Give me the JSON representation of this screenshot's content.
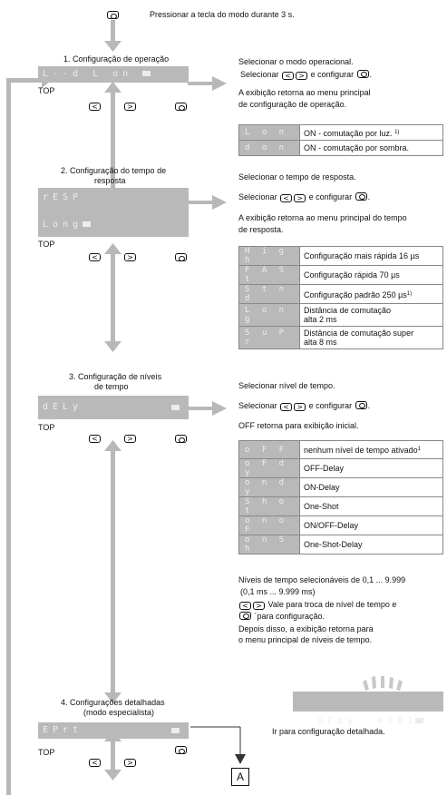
{
  "intro": "Pressionar a tecla do modo durante 3 s.",
  "steps": [
    {
      "title": "1. Configuração de operação",
      "lcd": "L--d L on",
      "top": "TOP",
      "desc1": "Selecionar o modo operacional.",
      "desc2a": "Selecionar",
      "desc2b": "e configurar",
      "desc3": "A exibição retorna ao menu principal",
      "desc4": "de configuração de operação.",
      "table": [
        {
          "code": "L o n",
          "text": "ON - comutação por luz.",
          "sup": "1)"
        },
        {
          "code": "d o n",
          "text": "ON - comutação por sombra.",
          "sup": ""
        }
      ]
    },
    {
      "title1": "2. Configuração do tempo de",
      "title2": "resposta",
      "lcd1": "rESP",
      "lcd2": "Long",
      "top": "TOP",
      "desc1": "Selecionar o tempo de resposta.",
      "desc2a": "Selecionar",
      "desc2b": "e configurar",
      "desc3": "A exibição retorna ao menu principal do tempo",
      "desc4": "de resposta.",
      "table": [
        {
          "code": "H i g h",
          "text": "Configuração mais rápida 16 µs",
          "text2": "",
          "sup": ""
        },
        {
          "code": "F A S t",
          "text": "Configuração rápida 70 µs",
          "text2": "",
          "sup": ""
        },
        {
          "code": "S t n d",
          "text": "Configuração padrão 250 µs",
          "text2": "",
          "sup": "1)"
        },
        {
          "code": "L o n g",
          "text": "Distância de comutação",
          "text2": "alta 2 ms",
          "sup": ""
        },
        {
          "code": "S u P r",
          "text": "Distância de comutação super",
          "text2": "alta 8 ms",
          "sup": ""
        }
      ]
    },
    {
      "title1": "3. Configuração de níveis",
      "title2": "de tempo",
      "lcd": "dELy",
      "top": "TOP",
      "desc1": "Selecionar nível de tempo.",
      "desc2a": "Selecionar",
      "desc2b": "e configurar",
      "desc3": "OFF retorna para exibição inicial.",
      "table": [
        {
          "code": "o F F",
          "text": "nenhum nível de tempo ativado",
          "sup": "1"
        },
        {
          "code": "o F d y",
          "text": "OFF-Delay",
          "sup": ""
        },
        {
          "code": "o n d y",
          "text": "ON-Delay",
          "sup": ""
        },
        {
          "code": "S h o t",
          "text": "One-Shot",
          "sup": ""
        },
        {
          "code": "o n o F",
          "text": "ON/OFF-Delay",
          "sup": ""
        },
        {
          "code": "o n S h",
          "text": "One-Shot-Delay",
          "sup": ""
        }
      ],
      "note1": "Níveis de tempo selecionáveis de 0,1 ... 9.999",
      "note2": "(0,1 ms ... 9.999 ms)",
      "note3": "Vale para troca de nível de tempo e",
      "note4": "´para configuração.",
      "note5": "Depois disso, a exibição retorna para",
      "note6": "o menu principal de níveis de tempo.",
      "lcd_example": "oFdy  0001"
    },
    {
      "title1": "4. Configurações detalhadas",
      "title2": "(modo especialista)",
      "lcd": "EPrt",
      "top": "TOP",
      "desc": "Ir para configuração detalhada.",
      "box": "A"
    }
  ],
  "colors": {
    "lcd_bg": "#b9b9b9",
    "lcd_text": "#eeeeee",
    "arrow": "#b8b8b8"
  }
}
